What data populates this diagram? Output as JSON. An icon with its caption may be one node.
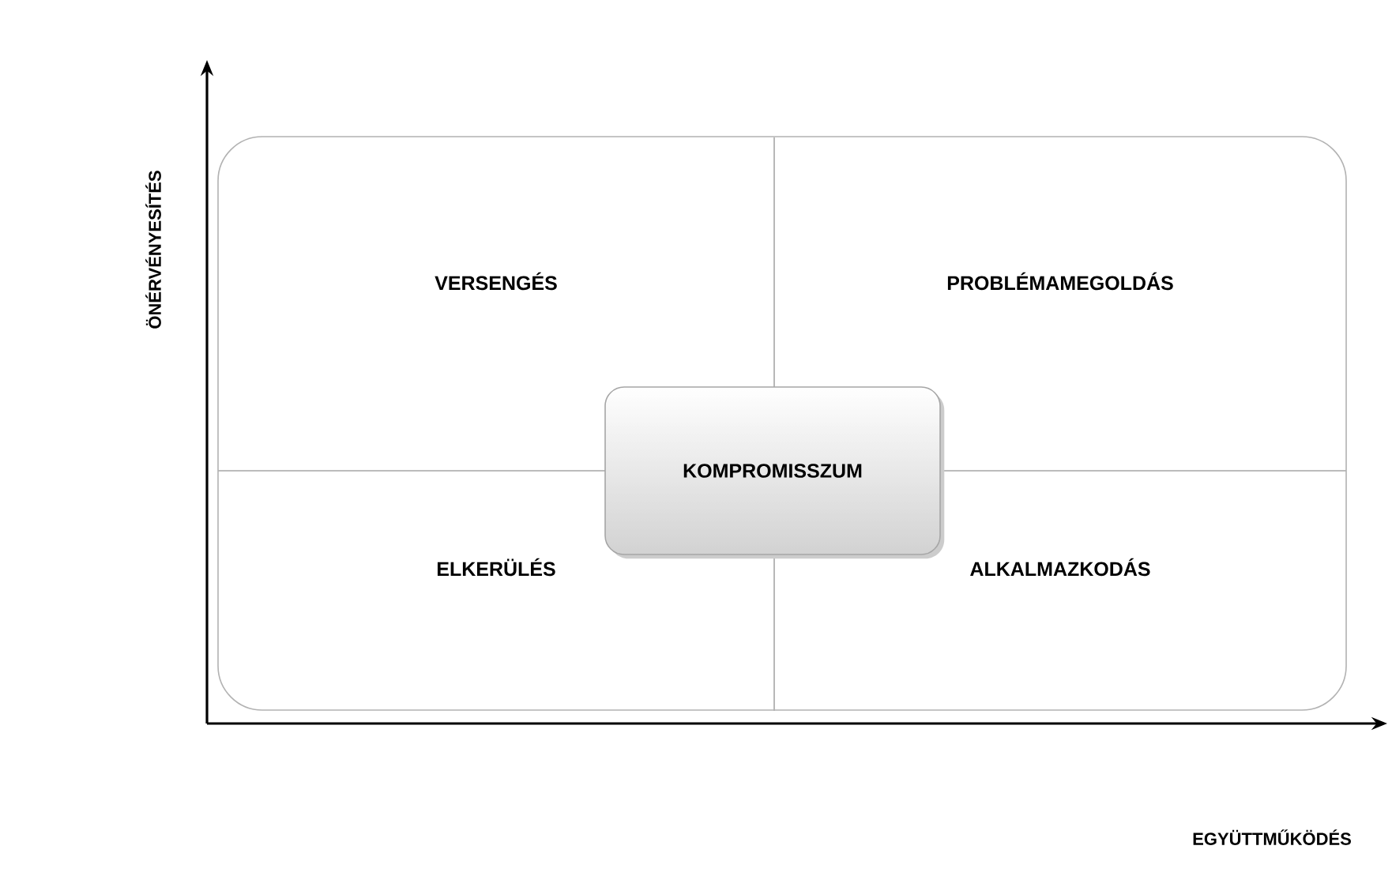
{
  "diagram": {
    "nodes": [
      {
        "text": [],
        "shape": "box"
      },
      {
        "text": [
          "VERSENGÉS"
        ],
        "in": 0
      },
      {
        "text": [
          "PROBLÉMAMEGOLDÁS"
        ],
        "in": 0
      },
      {
        "text": [
          "ELKERÜLÉS"
        ],
        "in": 0
      },
      {
        "text": [
          "ALKALMAZKODÁS"
        ],
        "in": 0
      },
      {
        "text": [
          "KOMPROMISSZUM"
        ],
        "in": 0
      }
    ],
    "labels": [
      "ÖNÉRVÉNYESÍTÉS",
      "EGYÜTTMŰKÖDÉS"
    ]
  }
}
